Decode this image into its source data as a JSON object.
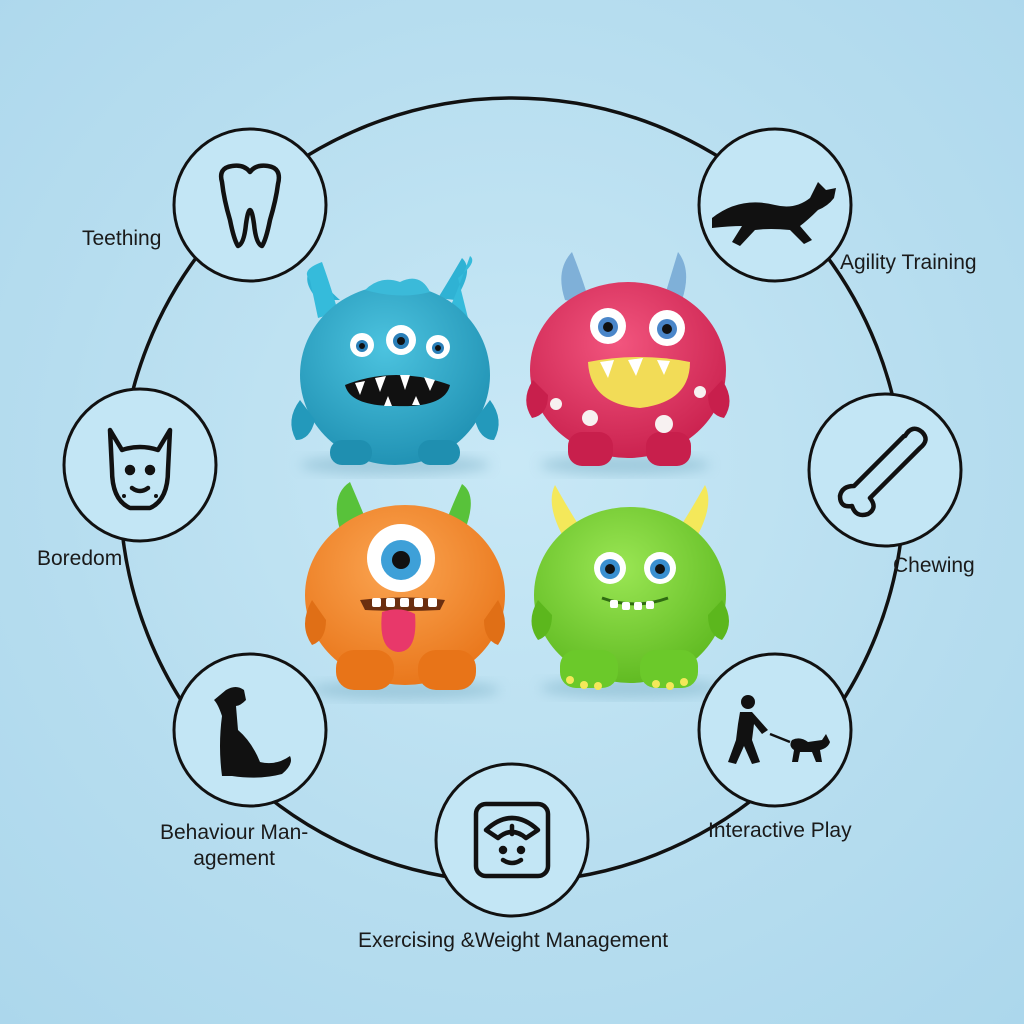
{
  "benefits": [
    {
      "id": "teething",
      "label": "Teething",
      "icon": "tooth-icon"
    },
    {
      "id": "agility",
      "label": "Agility Training",
      "icon": "running-dog-icon"
    },
    {
      "id": "boredom",
      "label": "Boredom",
      "icon": "dog-face-icon"
    },
    {
      "id": "chewing",
      "label": "Chewing",
      "icon": "bone-icon"
    },
    {
      "id": "behaviour",
      "label": "Behaviour Man-\nagement",
      "icon": "sitting-dog-icon"
    },
    {
      "id": "interactive",
      "label": "Interactive Play",
      "icon": "tug-of-war-icon"
    },
    {
      "id": "exercising",
      "label": "Exercising &Weight Management",
      "icon": "scale-icon"
    }
  ],
  "toys": [
    {
      "name": "blue-monster-toy",
      "color": "#2fa9c9"
    },
    {
      "name": "pink-monster-toy",
      "color": "#e2305e"
    },
    {
      "name": "orange-monster-toy",
      "color": "#f28a2e"
    },
    {
      "name": "green-monster-toy",
      "color": "#7bd431"
    }
  ]
}
